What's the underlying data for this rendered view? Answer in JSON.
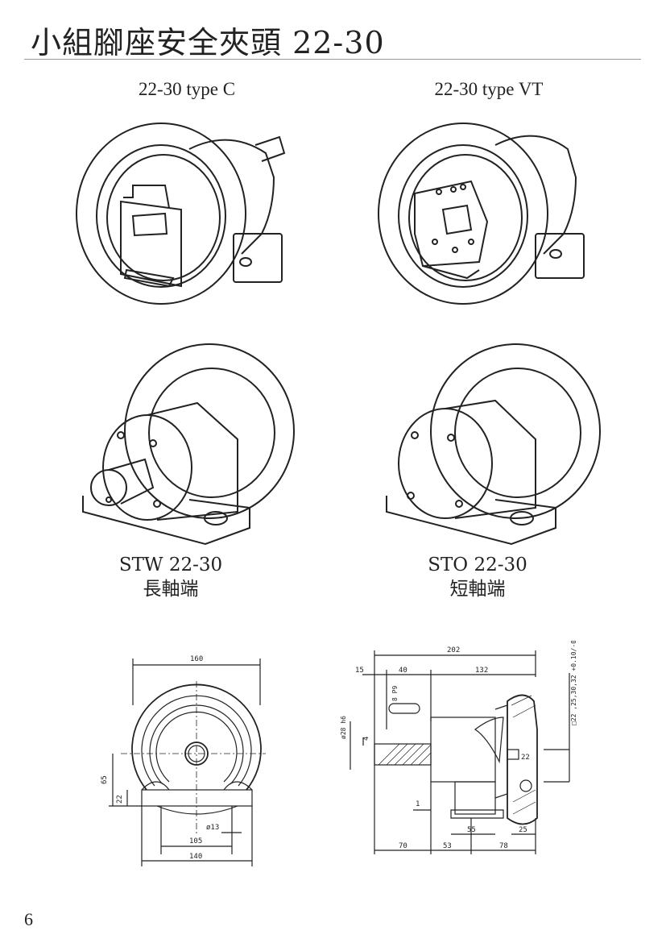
{
  "page": {
    "title": "小組腳座安全夾頭 22-30",
    "page_number": "6"
  },
  "products": [
    {
      "name": "22-30 type C"
    },
    {
      "name": "22-30 type VT"
    },
    {
      "name": "STW 22-30",
      "desc": "長軸端"
    },
    {
      "name": "STO 22-30",
      "desc": "短軸端"
    }
  ],
  "front_view_dims": {
    "d160": "160",
    "d65": "65",
    "d22": "22",
    "d13": "ø13",
    "d105": "105",
    "d140": "140"
  },
  "side_view_dims": {
    "d202": "202",
    "d15": "15",
    "d40": "40",
    "d132": "132",
    "d8": "8 P9",
    "d28": "ø28 h6",
    "d4": "4",
    "d22sq": "□22 ,25,30,32 +0.10/-0",
    "d22": "22",
    "d1": "1",
    "d55": "55",
    "d25": "25",
    "d70": "70",
    "d53": "53",
    "d78": "78"
  }
}
